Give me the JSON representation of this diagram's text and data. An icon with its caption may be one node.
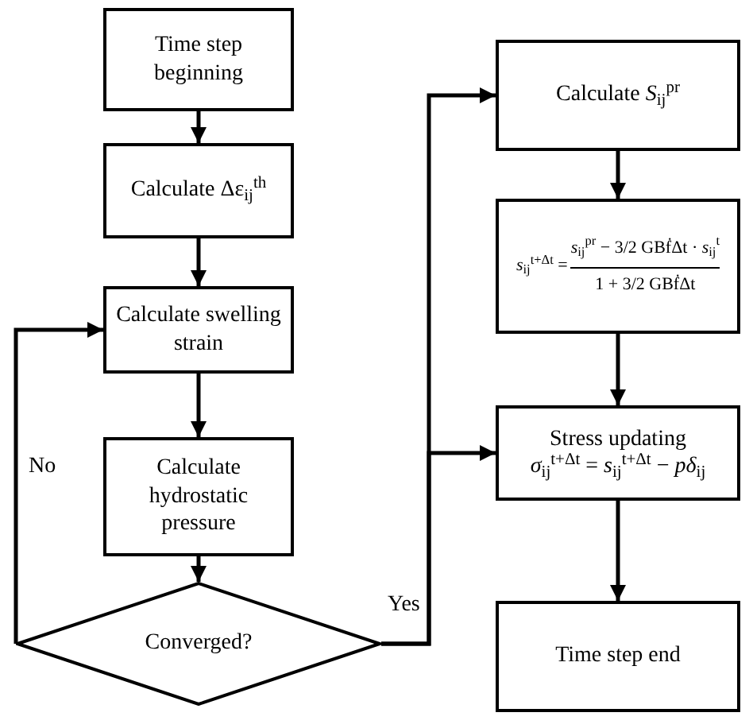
{
  "diagram": {
    "nodes": [
      {
        "text": [
          "Time step beginning"
        ]
      },
      {
        "text": [
          "Calculate Δε$_{ij}$$^{th}$"
        ]
      },
      {
        "text": [
          "Calculate swelling strain"
        ]
      },
      {
        "text": [
          "Calculate hydrostatic pressure"
        ]
      },
      {
        "text": [
          "Converged?"
        ]
      },
      {
        "text": [
          "Calculate *S*$_{ij}$$^{pr}$"
        ]
      },
      {
        "text": [
          "*s*$_{ij}$$^{t+Δt}$ =",
          "*s*$_{ij}$$^{pr}$ − 3/2 GBḟΔt · *s*$_{ij}$$^{t}$",
          "1 + 3/2 GBḟΔt"
        ]
      },
      {
        "text": [
          "Stress updating",
          "*σ*$_{ij}$$^{t+Δt}$ = *s*$_{ij}$$^{t+Δt}$ − *pδ*$_{ij}$"
        ]
      },
      {
        "text": [
          "Time step end"
        ]
      }
    ],
    "edges": [
      {
        "from": 0,
        "to": 1,
        "arrow": "to"
      },
      {
        "from": 1,
        "to": 2,
        "arrow": "to"
      },
      {
        "from": 2,
        "to": 3,
        "arrow": "to"
      },
      {
        "from": 3,
        "to": 4,
        "arrow": "to"
      },
      {
        "from": 4,
        "to": 2,
        "arrow": "to",
        "label": "No"
      },
      {
        "from": 4,
        "to": 5,
        "arrow": "to",
        "label": "Yes"
      },
      {
        "from": 4,
        "to": 7,
        "arrow": "to"
      },
      {
        "from": 5,
        "to": 6,
        "arrow": "to"
      },
      {
        "from": 6,
        "to": 7,
        "arrow": "to"
      },
      {
        "from": 7,
        "to": 8,
        "arrow": "to"
      }
    ]
  }
}
